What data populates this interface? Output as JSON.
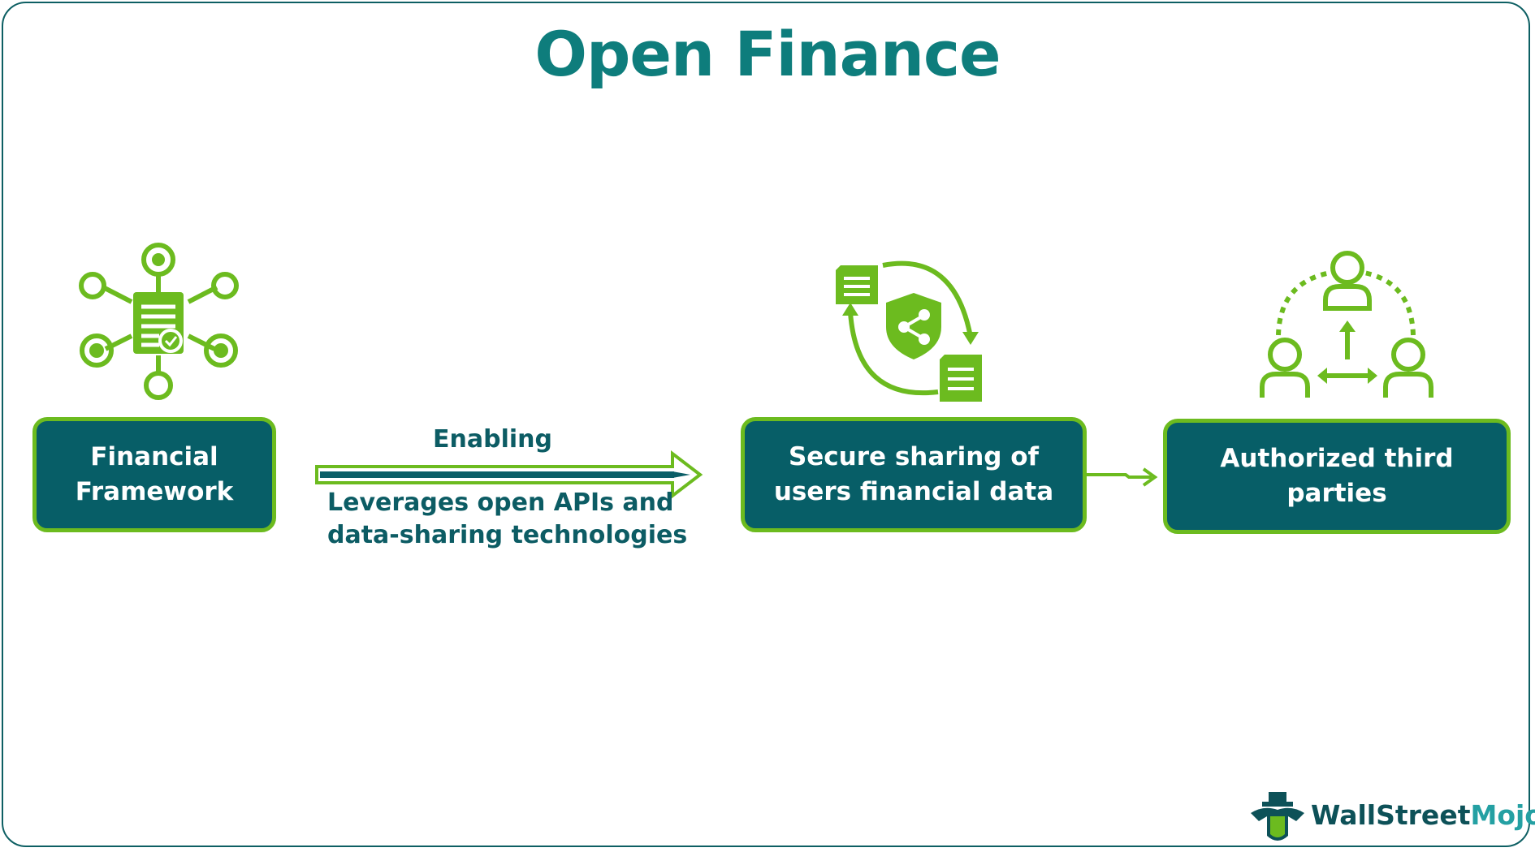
{
  "title": "Open Finance",
  "nodes": [
    {
      "line1": "Financial",
      "line2": "Framework"
    },
    {
      "line1": "Secure sharing of",
      "line2": "users financial data"
    },
    {
      "line1": "Authorized third",
      "line2": "parties"
    }
  ],
  "arrow_labels": {
    "top": "Enabling",
    "bottom_line1": "Leverages open APIs and",
    "bottom_line2": "data-sharing technologies"
  },
  "icons": [
    "network-document-icon",
    "secure-share-cycle-icon",
    "third-party-users-icon",
    "brand-mascot-icon"
  ],
  "brand": {
    "part1": "WallStreet",
    "part2": "Mojo"
  },
  "colors": {
    "title": "#0e7d7c",
    "box_fill": "#075e67",
    "box_border": "#6cbb1f",
    "icon_green": "#6cbb1f",
    "label_text": "#0c5c64"
  }
}
